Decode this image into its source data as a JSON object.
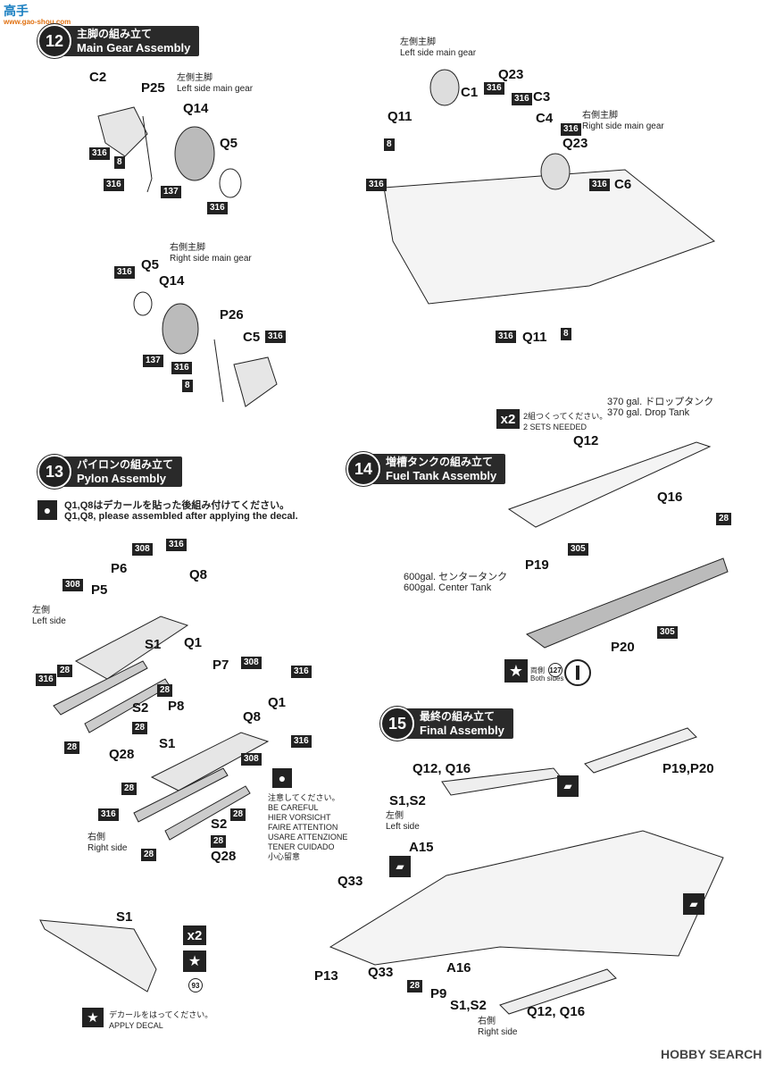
{
  "watermark_top": {
    "line1": "高手",
    "line2": "www.gao-shou.com"
  },
  "watermark_bottom": {
    "brand": "HOBBY SEARCH"
  },
  "sections": {
    "s12": {
      "num": "12",
      "jp": "主脚の組み立て",
      "en": "Main Gear Assembly"
    },
    "s13": {
      "num": "13",
      "jp": "パイロンの組み立て",
      "en": "Pylon Assembly"
    },
    "s14": {
      "num": "14",
      "jp": "増槽タンクの組み立て",
      "en": "Fuel Tank Assembly"
    },
    "s15": {
      "num": "15",
      "jp": "最終の組み立て",
      "en": "Final Assembly"
    }
  },
  "labels": {
    "left_main_gear_jp": "左側主脚",
    "left_main_gear_en": "Left side main gear",
    "right_main_gear_jp": "右側主脚",
    "right_main_gear_en": "Right side main gear",
    "left_side_jp": "左側",
    "left_side_en": "Left side",
    "right_side_jp": "右側",
    "right_side_en": "Right side",
    "drop_tank_jp": "370 gal. ドロップタンク",
    "drop_tank_en": "370 gal. Drop Tank",
    "center_tank_jp": "600gal. センタータンク",
    "center_tank_en": "600gal. Center Tank",
    "sets_jp": "2組つくってください。",
    "sets_en": "2 SETS NEEDED",
    "x2": "x2",
    "both_sides_jp": "両側",
    "both_sides_en": "Both sides",
    "decal_127": "127",
    "decal_93": "93",
    "decal_8": "8",
    "apply_decal_jp": "デカールをはってください。",
    "apply_decal_en": "APPLY DECAL",
    "pylon_note_jp": "Q1,Q8はデカールを貼った後組み付けてください。",
    "pylon_note_en": "Q1,Q8, please assembled after applying the decal."
  },
  "careful": [
    "注意してください。",
    "BE CAREFUL",
    "HIER VORSICHT",
    "FAIRE ATTENTION",
    "USARE ATTENZIONE",
    "TENER CUIDADO",
    "小心留意"
  ],
  "parts": {
    "c2": "C2",
    "p25": "P25",
    "q14a": "Q14",
    "q5a": "Q5",
    "q5b": "Q5",
    "q14b": "Q14",
    "p26": "P26",
    "c5": "C5",
    "q11a": "Q11",
    "c1": "C1",
    "q23a": "Q23",
    "c3": "C3",
    "c4": "C4",
    "q23b": "Q23",
    "c6": "C6",
    "q11b": "Q11",
    "p6": "P6",
    "q8a": "Q8",
    "p5": "P5",
    "s1a": "S1",
    "q1a": "Q1",
    "s2a": "S2",
    "q28a": "Q28",
    "p7": "P7",
    "q1b": "Q1",
    "p8": "P8",
    "q8b": "Q8",
    "s1b": "S1",
    "s2b": "S2",
    "q28b": "Q28",
    "s1c": "S1",
    "q12a": "Q12",
    "q16a": "Q16",
    "p19": "P19",
    "p20": "P20",
    "q12q16a": "Q12, Q16",
    "p19p20": "P19,P20",
    "s1s2a": "S1,S2",
    "a15": "A15",
    "q33a": "Q33",
    "p13": "P13",
    "q33b": "Q33",
    "a16": "A16",
    "p9": "P9",
    "s1s2b": "S1,S2",
    "q12q16b": "Q12, Q16"
  },
  "colors": {
    "c316": "316",
    "c8": "8",
    "c137": "137",
    "c308": "308",
    "c28": "28",
    "c305": "305"
  }
}
